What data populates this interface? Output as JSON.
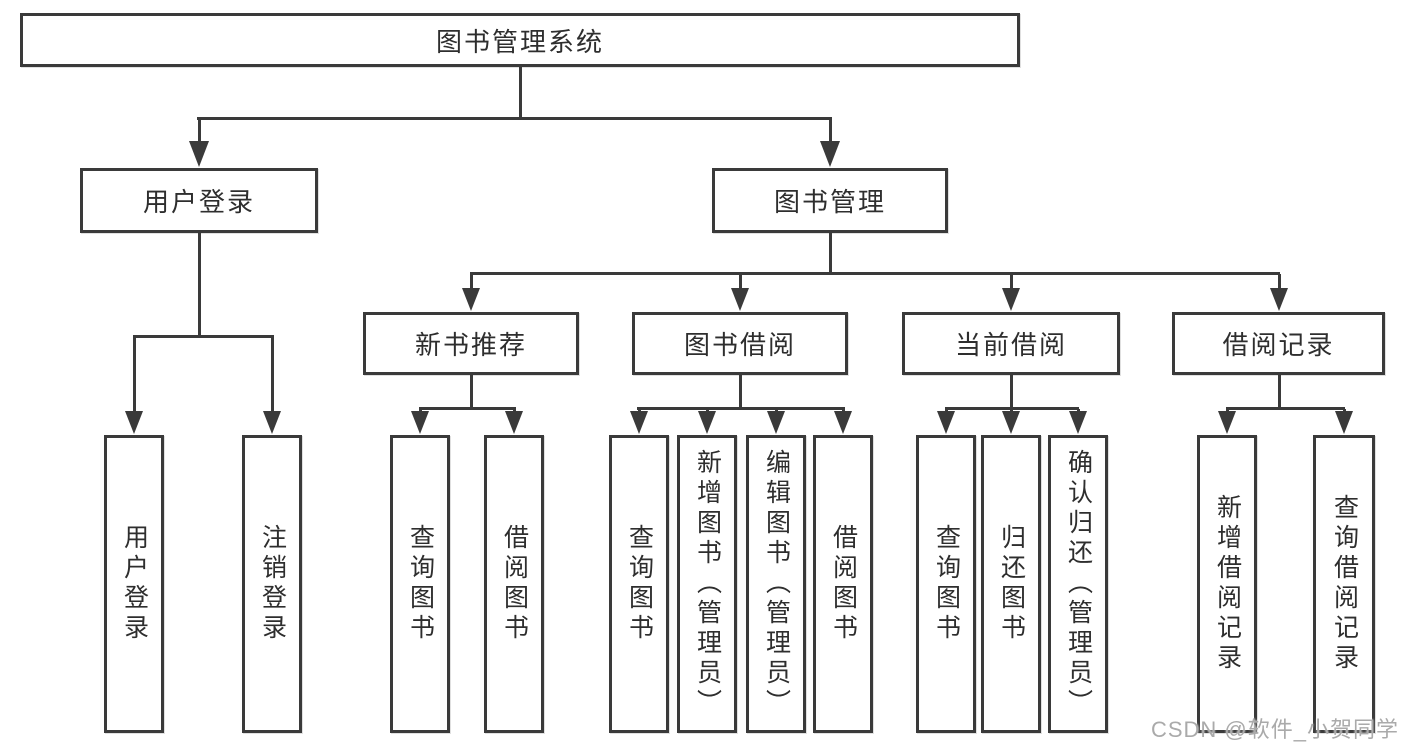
{
  "tree": {
    "root": {
      "label": "图书管理系统",
      "children": [
        {
          "label": "用户登录",
          "children": [
            {
              "label": "用户登录"
            },
            {
              "label": "注销登录"
            }
          ]
        },
        {
          "label": "图书管理",
          "children": [
            {
              "label": "新书推荐",
              "children": [
                {
                  "label": "查询图书"
                },
                {
                  "label": "借阅图书"
                }
              ]
            },
            {
              "label": "图书借阅",
              "children": [
                {
                  "label": "查询图书"
                },
                {
                  "label": "新增图书（管理员）"
                },
                {
                  "label": "编辑图书（管理员）"
                },
                {
                  "label": "借阅图书"
                }
              ]
            },
            {
              "label": "当前借阅",
              "children": [
                {
                  "label": "查询图书"
                },
                {
                  "label": "归还图书"
                },
                {
                  "label": "确认归还（管理员）"
                }
              ]
            },
            {
              "label": "借阅记录",
              "children": [
                {
                  "label": "新增借阅记录"
                },
                {
                  "label": "查询借阅记录"
                }
              ]
            }
          ]
        }
      ]
    }
  },
  "watermark": {
    "text": "CSDN @软件_小贺同学"
  },
  "colors": {
    "line": "#3a3a3a",
    "text": "#2e2e2e",
    "box_fill": "#ffffff",
    "background": "#ffffff",
    "watermark": "#aaaaaa"
  }
}
